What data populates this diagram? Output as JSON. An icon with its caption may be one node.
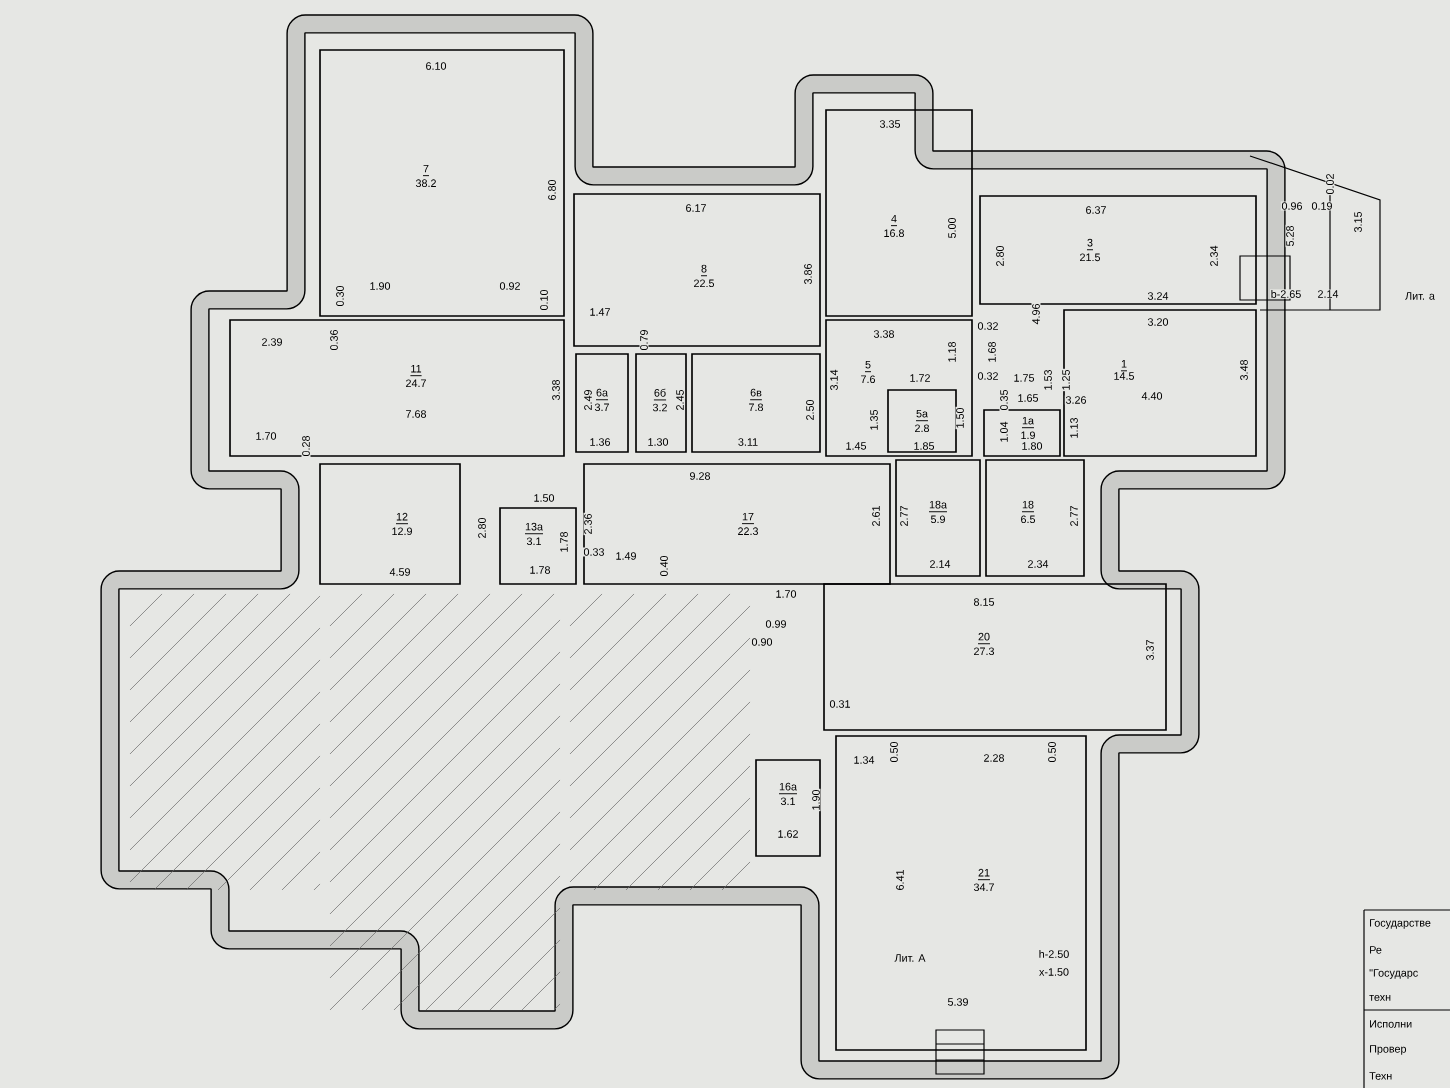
{
  "diagram": {
    "nodes": [
      {
        "text": [
          "7",
          "38.2"
        ]
      },
      {
        "text": [
          "11",
          "24.7"
        ]
      },
      {
        "text": [
          "8",
          "22.5"
        ]
      },
      {
        "text": [
          "6а",
          "3.7"
        ]
      },
      {
        "text": [
          "6б",
          "3.2"
        ]
      },
      {
        "text": [
          "6в",
          "7.8"
        ]
      },
      {
        "text": [
          "4",
          "16.8"
        ]
      },
      {
        "text": [
          "3",
          "21.5"
        ]
      },
      {
        "text": [
          "5",
          "7.6"
        ]
      },
      {
        "text": [
          "5а",
          "2.8"
        ],
        "in": 8
      },
      {
        "text": [
          "1",
          "14.5"
        ]
      },
      {
        "text": [
          "1а",
          "1.9"
        ]
      },
      {
        "text": [
          "12",
          "12.9"
        ]
      },
      {
        "text": [
          "13а",
          "3.1"
        ]
      },
      {
        "text": [
          "17",
          "22.3"
        ]
      },
      {
        "text": [
          "18а",
          "5.9"
        ]
      },
      {
        "text": [
          "18",
          "6.5"
        ]
      },
      {
        "text": [
          "20",
          "27.3"
        ]
      },
      {
        "text": [
          "16а",
          "3.1"
        ]
      },
      {
        "text": [
          "21",
          "34.7"
        ]
      }
    ],
    "labels": [
      "6.10",
      "6.80",
      "1.90",
      "0.92",
      "0.30",
      "0.10",
      "0.36",
      "2.39",
      "3.38",
      "7.68",
      "1.70",
      "0.28",
      "6.17",
      "3.86",
      "1.47",
      "0.79",
      "2.49",
      "2.45",
      "2.50",
      "1.36",
      "1.30",
      "3.11",
      "9.28",
      "3.35",
      "5.00",
      "6.37",
      "2.80",
      "4.96",
      "0.32",
      "3.38",
      "1.18",
      "1.68",
      "3.14",
      "1.72",
      "0.32",
      "1.75",
      "0.35",
      "1.65",
      "1.53",
      "1.25",
      "3.26",
      "1.35",
      "1.50",
      "1.04",
      "1.13",
      "1.45",
      "1.85",
      "1.80",
      "3.24",
      "3.20",
      "4.40",
      "3.48",
      "2.34",
      "0.96",
      "0.19",
      "0.02",
      "5.28",
      "3.15",
      "b-2.65",
      "2.14",
      "Лит. а",
      "1.50",
      "2.80",
      "1.78",
      "2.36",
      "0.33",
      "1.49",
      "0.40",
      "4.59",
      "1.78",
      "2.61",
      "2.77",
      "2.14",
      "2.34",
      "2.77",
      "8.15",
      "1.70",
      "0.99",
      "0.90",
      "3.37",
      "0.31",
      "1.34",
      "0.50",
      "2.28",
      "0.50",
      "1.90",
      "1.62",
      "6.41",
      "h-2.50",
      "x-1.50",
      "5.39",
      "Лит. А",
      "Государстве",
      "Ре",
      "\"Государс",
      "техн",
      "Исполни",
      "Провер",
      "Техн"
    ]
  }
}
